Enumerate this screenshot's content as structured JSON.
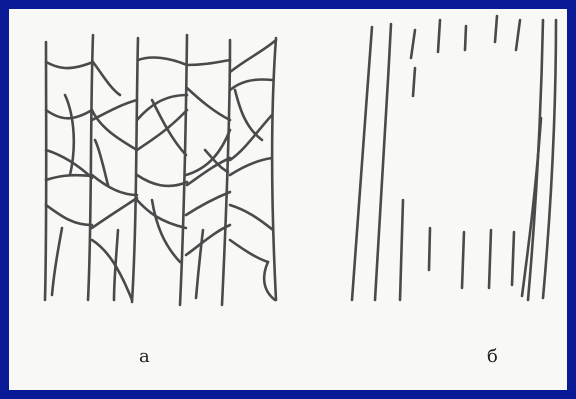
{
  "figure": {
    "background_color": "#0a1a96",
    "paper_color": "#f8f8f6",
    "ink_color": "#4a4a4a",
    "panels": [
      {
        "id": "a",
        "label": "а"
      },
      {
        "id": "b",
        "label": "б"
      }
    ]
  }
}
